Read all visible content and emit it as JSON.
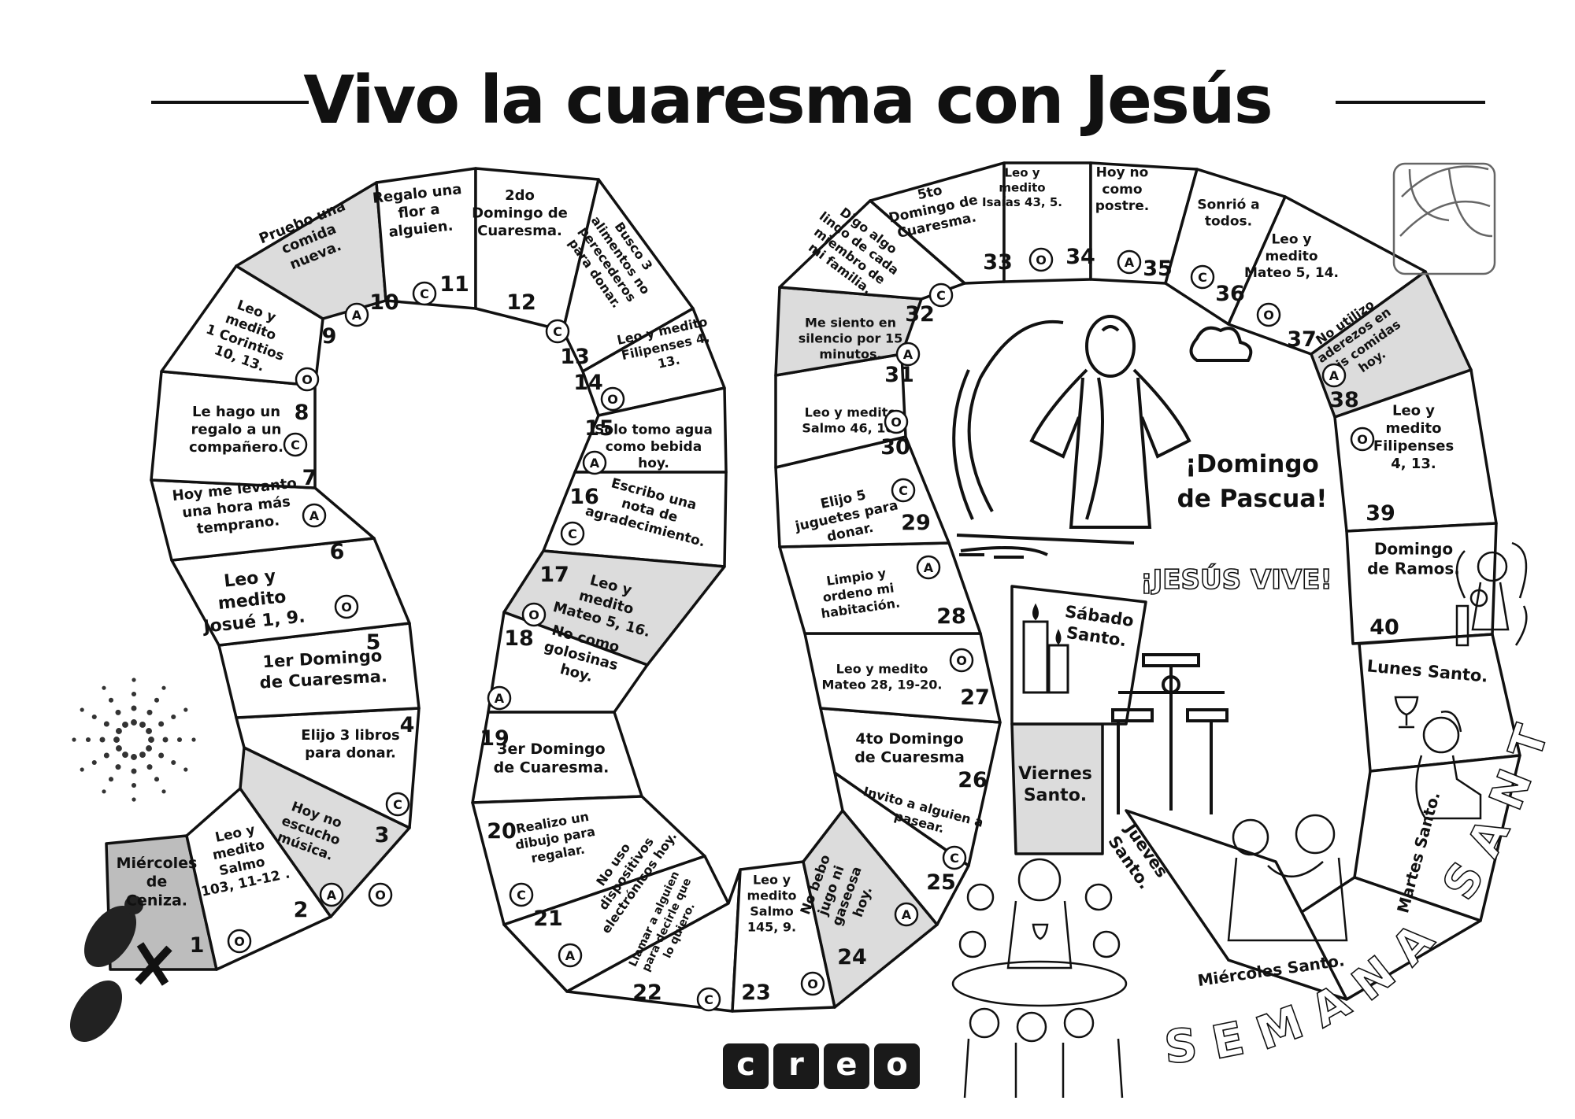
{
  "title": "Vivo la cuaresma con Jesús",
  "colors": {
    "ink": "#111111",
    "shaded": "#dcdcdc",
    "dark_shaded": "#bdbdbd",
    "paper": "#ffffff"
  },
  "cells": [
    {
      "n": "1",
      "lines": [
        "Miércoles",
        "de",
        "Ceniza."
      ],
      "badge": "O",
      "shade": "dark"
    },
    {
      "n": "2",
      "lines": [
        "Leo y",
        "medito",
        "Salmo",
        "103, 11-12 ."
      ],
      "badge": "O",
      "shade": "none"
    },
    {
      "n": "3",
      "lines": [
        "Hoy no",
        "escucho",
        "música."
      ],
      "badge": "A",
      "shade": "light"
    },
    {
      "n": "4",
      "lines": [
        "Elijo 3 libros",
        "para donar."
      ],
      "badge": "C",
      "shade": "none"
    },
    {
      "n": "5",
      "lines": [
        "1er Domingo",
        "de Cuaresma."
      ],
      "badge": "",
      "shade": "none"
    },
    {
      "n": "6",
      "lines": [
        "Leo y",
        "medito",
        "Josué 1, 9."
      ],
      "badge": "O",
      "shade": "none"
    },
    {
      "n": "7",
      "lines": [
        "Hoy me levanto",
        "una hora más",
        "temprano."
      ],
      "badge": "A",
      "shade": "none"
    },
    {
      "n": "8",
      "lines": [
        "Le hago un",
        "regalo a un",
        "compañero."
      ],
      "badge": "C",
      "shade": "none"
    },
    {
      "n": "9",
      "lines": [
        "Leo y",
        "medito",
        "1 Corintios",
        "10, 13."
      ],
      "badge": "O",
      "shade": "none"
    },
    {
      "n": "10",
      "lines": [
        "Pruebo una",
        "comida",
        "nueva."
      ],
      "badge": "A",
      "shade": "light"
    },
    {
      "n": "11",
      "lines": [
        "Regalo una",
        "flor a",
        "alguien."
      ],
      "badge": "C",
      "shade": "none"
    },
    {
      "n": "12",
      "lines": [
        "2do",
        "Domingo de",
        "Cuaresma."
      ],
      "badge": "",
      "shade": "none"
    },
    {
      "n": "13",
      "lines": [
        "Busco 3",
        "alimentos no",
        "perecederos",
        "para donar."
      ],
      "badge": "C",
      "shade": "none"
    },
    {
      "n": "14",
      "lines": [
        "Leo y medito",
        "Filipenses 4,",
        "13."
      ],
      "badge": "O",
      "shade": "none"
    },
    {
      "n": "15",
      "lines": [
        "Solo tomo agua",
        "como bebida",
        "hoy."
      ],
      "badge": "A",
      "shade": "none"
    },
    {
      "n": "16",
      "lines": [
        "Escribo una",
        "nota de",
        "agradecimiento."
      ],
      "badge": "C",
      "shade": "none"
    },
    {
      "n": "17",
      "lines": [
        "Leo y",
        "medito",
        "Mateo 5, 16."
      ],
      "badge": "O",
      "shade": "light"
    },
    {
      "n": "18",
      "lines": [
        "No como",
        "golosinas",
        "hoy."
      ],
      "badge": "A",
      "shade": "none"
    },
    {
      "n": "19",
      "lines": [
        "3er Domingo",
        "de Cuaresma."
      ],
      "badge": "",
      "shade": "none"
    },
    {
      "n": "20",
      "lines": [
        "Realizo un",
        "dibujo para",
        "regalar."
      ],
      "badge": "C",
      "shade": "none"
    },
    {
      "n": "21",
      "lines": [
        "No uso",
        "dispositivos",
        "electrónicos hoy."
      ],
      "badge": "A",
      "shade": "none"
    },
    {
      "n": "22",
      "lines": [
        "Llamar a alguien",
        "para decirle que",
        "lo quiero."
      ],
      "badge": "C",
      "shade": "none"
    },
    {
      "n": "23",
      "lines": [
        "Leo y",
        "medito",
        "Salmo",
        "145, 9."
      ],
      "badge": "O",
      "shade": "none"
    },
    {
      "n": "24",
      "lines": [
        "No bebo",
        "jugo ni",
        "gaseosa",
        "hoy."
      ],
      "badge": "A",
      "shade": "light"
    },
    {
      "n": "25",
      "lines": [
        "Invito a alguien a",
        "pasear."
      ],
      "badge": "C",
      "shade": "none"
    },
    {
      "n": "26",
      "lines": [
        "4to Domingo",
        "de Cuaresma"
      ],
      "badge": "",
      "shade": "none"
    },
    {
      "n": "27",
      "lines": [
        "Leo y medito",
        "Mateo 28, 19-20."
      ],
      "badge": "O",
      "shade": "none"
    },
    {
      "n": "28",
      "lines": [
        "Limpio y",
        "ordeno mi",
        "habitación."
      ],
      "badge": "A",
      "shade": "none"
    },
    {
      "n": "29",
      "lines": [
        "Elijo 5",
        "juguetes para",
        "donar."
      ],
      "badge": "C",
      "shade": "none"
    },
    {
      "n": "30",
      "lines": [
        "Leo y medito",
        "Salmo 46, 10."
      ],
      "badge": "O",
      "shade": "none"
    },
    {
      "n": "31",
      "lines": [
        "Me siento en",
        "silencio por 15",
        "minutos."
      ],
      "badge": "A",
      "shade": "light"
    },
    {
      "n": "32",
      "lines": [
        "Digo algo",
        "lindo de cada",
        "miembro de",
        "mi familia."
      ],
      "badge": "C",
      "shade": "none"
    },
    {
      "n": "33",
      "lines": [
        "5to",
        "Domingo de",
        "Cuaresma."
      ],
      "badge": "",
      "shade": "none"
    },
    {
      "n": "34",
      "lines": [
        "Leo y",
        "medito",
        "Isaías 43, 5."
      ],
      "badge": "O",
      "shade": "none"
    },
    {
      "n": "35",
      "lines": [
        "Hoy no",
        "como",
        "postre."
      ],
      "badge": "A",
      "shade": "none"
    },
    {
      "n": "36",
      "lines": [
        "Sonrió a",
        "todos."
      ],
      "badge": "C",
      "shade": "none"
    },
    {
      "n": "37",
      "lines": [
        "Leo y",
        "medito",
        "Mateo 5, 14."
      ],
      "badge": "O",
      "shade": "none"
    },
    {
      "n": "38",
      "lines": [
        "No utilizo",
        "aderezos en",
        "mis comidas",
        "hoy."
      ],
      "badge": "A",
      "shade": "light"
    },
    {
      "n": "39",
      "lines": [
        "Leo y",
        "medito",
        "Filipenses",
        "4, 13."
      ],
      "badge": "O",
      "shade": "none"
    },
    {
      "n": "40",
      "lines": [
        "Domingo",
        "de Ramos."
      ],
      "badge": "",
      "shade": "none"
    }
  ],
  "holy_week": {
    "lunes": "Lunes Santo.",
    "martes": "Martes Santo.",
    "miercoles": "Miércoles Santo.",
    "jueves": [
      "Jueves",
      "Santo."
    ],
    "viernes": [
      "Viernes",
      "Santo."
    ],
    "sabado": [
      "Sábado",
      "Santo."
    ]
  },
  "easter": [
    "¡Domingo",
    "de Pascua!"
  ],
  "jesus_vive": "¡JESÚS VIVE!",
  "semana_santa": "SEMANA SANTA",
  "logo_letters": [
    "c",
    "r",
    "e",
    "o"
  ]
}
